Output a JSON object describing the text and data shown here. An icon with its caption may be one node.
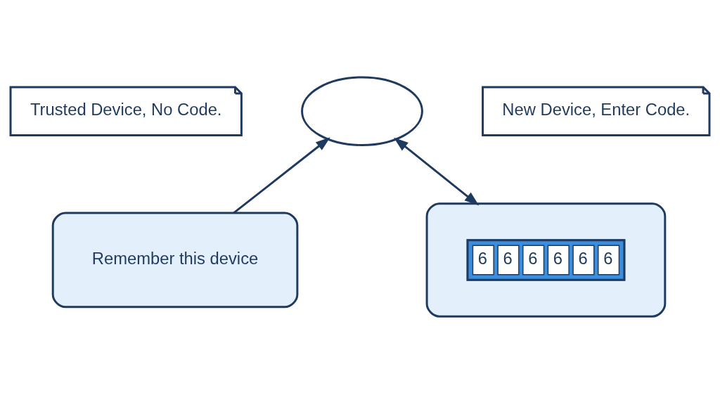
{
  "diagram": {
    "nodes": [
      {
        "text": [
          "Trusted Device, No Code."
        ]
      },
      {
        "text": [
          "Remember this device"
        ]
      },
      {
        "text": [],
        "shape": "cloud"
      },
      {
        "text": [
          "New Device, Enter Code."
        ]
      },
      {
        "text": [],
        "shape": "box"
      },
      {
        "text": [
          "6",
          "6",
          "6",
          "6",
          "6",
          "6"
        ],
        "in": 4
      }
    ],
    "edges": [
      {
        "from": 1,
        "to": 2,
        "arrow": "to"
      },
      {
        "from": 2,
        "to": 4,
        "arrow": "both"
      }
    ]
  }
}
